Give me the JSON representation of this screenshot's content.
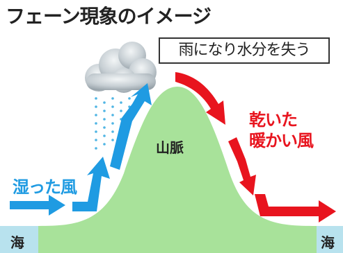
{
  "title": "フェーン現象のイメージ",
  "labels": {
    "rain": "雨になり水分を失う",
    "humid_wind": "湿った風",
    "dry_warm_wind_line1": "乾いた",
    "dry_warm_wind_line2": "暖かい風",
    "mountain": "山脈",
    "sea_left": "海",
    "sea_right": "海"
  },
  "colors": {
    "humid_wind": "#1f9be2",
    "dry_wind": "#e8141e",
    "mountain": "#a8e29a",
    "sea": "#b8e2ee",
    "cloud": "#b9c3c9",
    "rain": "#4fb5e4"
  }
}
